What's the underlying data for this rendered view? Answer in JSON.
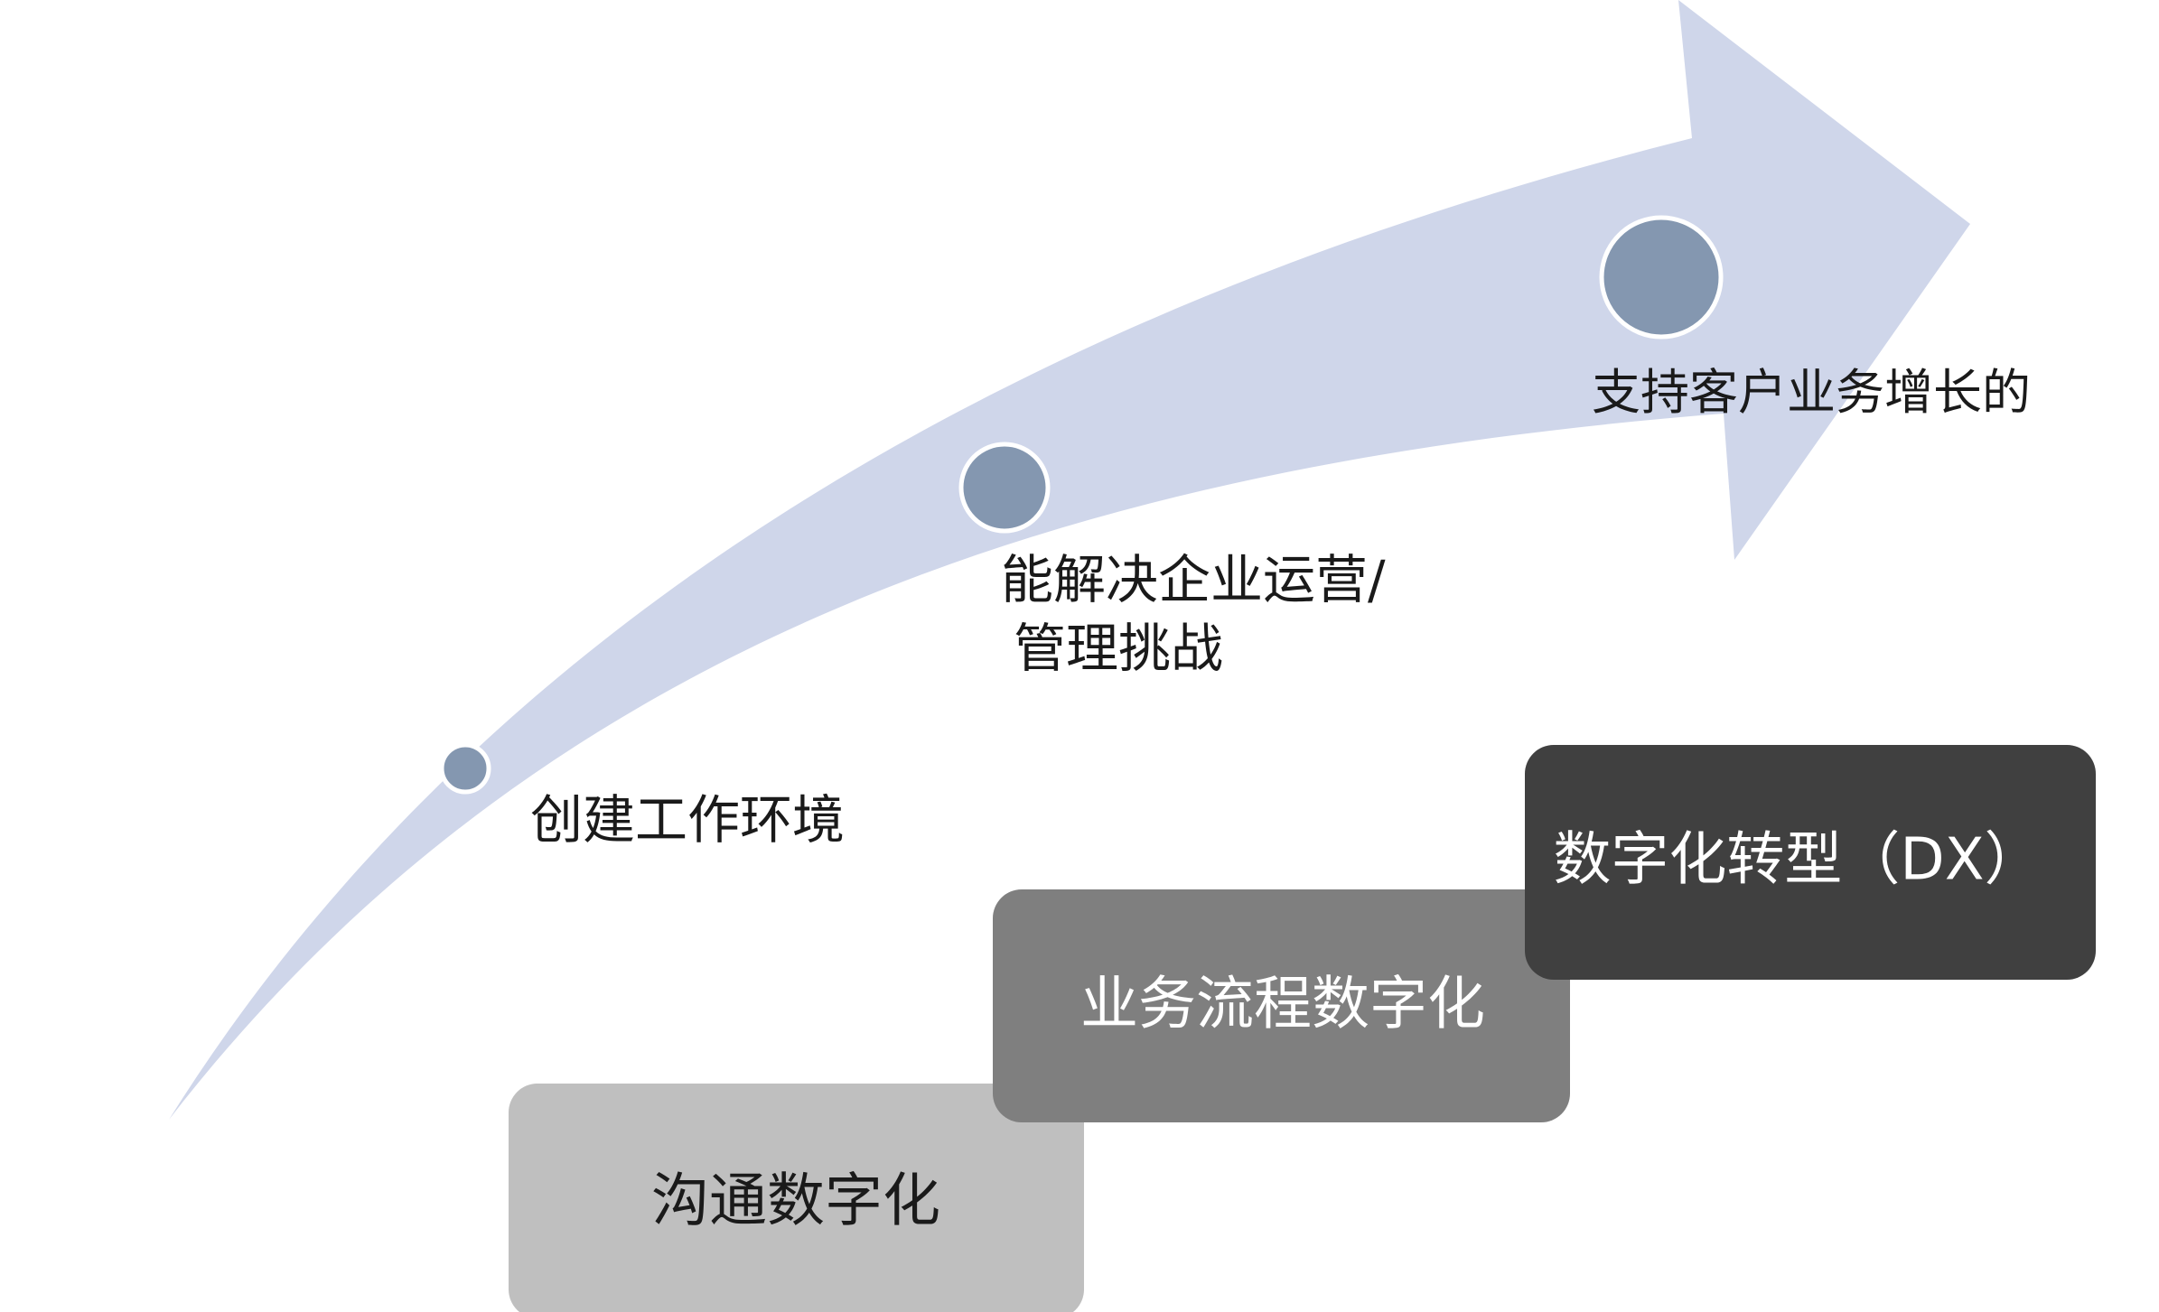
{
  "milestones": [
    {
      "label_lines": [
        "创建工作环境"
      ]
    },
    {
      "label_lines": [
        "能解决企业运营/",
        "管理挑战"
      ]
    },
    {
      "label_lines": [
        "支持客户业务增长的"
      ]
    }
  ],
  "steps": [
    {
      "label": "沟通数字化",
      "fill": "#bfbfbf",
      "text_color": "#1a1a1a"
    },
    {
      "label": "业务流程数字化",
      "fill": "#7f7f7f",
      "text_color": "#ffffff"
    },
    {
      "label": "数字化转型（DX）",
      "fill": "#404040",
      "text_color": "#ffffff"
    }
  ],
  "colors": {
    "arrow": "#cfd6ea",
    "marker_fill": "#8497b0",
    "marker_stroke": "#ffffff"
  }
}
